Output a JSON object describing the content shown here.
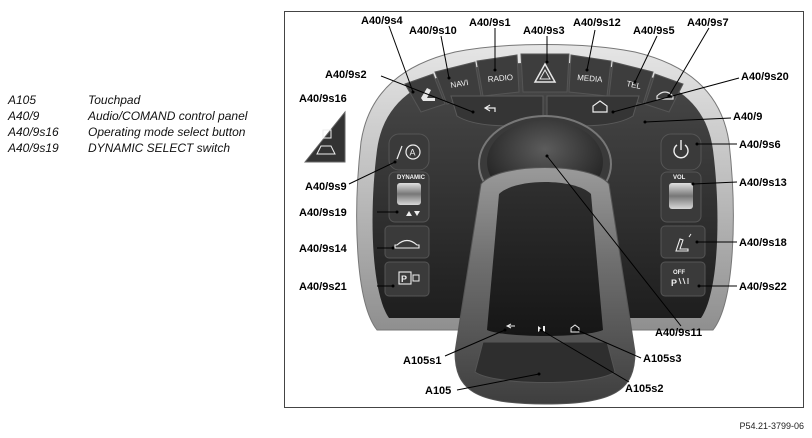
{
  "legend": [
    {
      "code": "A105",
      "desc": "Touchpad"
    },
    {
      "code": "A40/9",
      "desc": "Audio/COMAND control panel"
    },
    {
      "code": "A40/9s16",
      "desc": "Operating mode select button"
    },
    {
      "code": "A40/9s19",
      "desc": "DYNAMIC SELECT switch"
    }
  ],
  "buttons": {
    "navi": "NAVI",
    "radio": "RADIO",
    "media": "MEDIA",
    "tel": "TEL",
    "dynamic": "DYNAMIC",
    "vol": "VOL",
    "off": "OFF"
  },
  "callouts": {
    "s4": "A40/9s4",
    "s10": "A40/9s10",
    "s1": "A40/9s1",
    "s3": "A40/9s3",
    "s12": "A40/9s12",
    "s5": "A40/9s5",
    "s7": "A40/9s7",
    "s2": "A40/9s2",
    "s20": "A40/9s20",
    "s16": "A40/9s16",
    "panel": "A40/9",
    "s6": "A40/9s6",
    "s9": "A40/9s9",
    "s13": "A40/9s13",
    "s19": "A40/9s19",
    "s14": "A40/9s14",
    "s18": "A40/9s18",
    "s21": "A40/9s21",
    "s22": "A40/9s22",
    "s11": "A40/9s11",
    "a105s1": "A105s1",
    "a105s3": "A105s3",
    "a105": "A105",
    "a105s2": "A105s2"
  },
  "reference": "P54.21-3799-06",
  "colors": {
    "chrome": "#b9b9b9",
    "panel_dark": "#2b2b2b",
    "button": "#3a3a3a",
    "leader": "#000000"
  }
}
